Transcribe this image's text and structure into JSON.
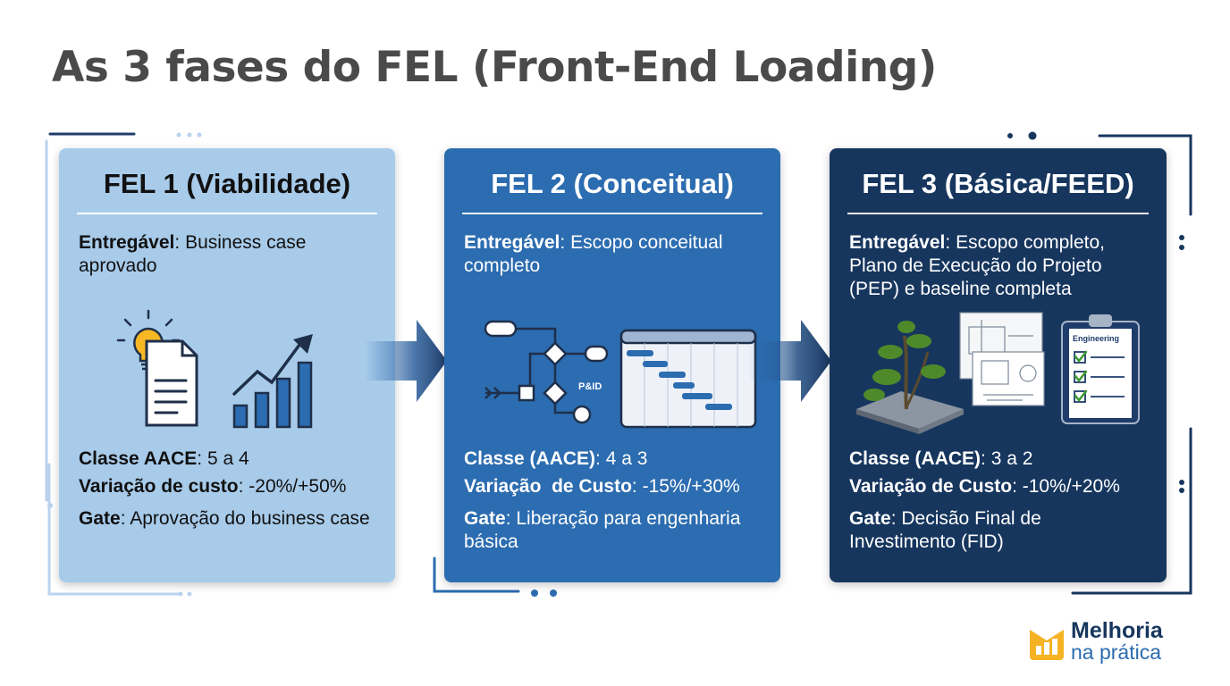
{
  "title": "As 3 fases do FEL (Front-End Loading)",
  "phases": [
    {
      "title": "FEL 1 (Viabilidade)",
      "deliverable_label": "Entregável",
      "deliverable": "Business case aprovado",
      "class_label": "Classe AACE",
      "class_value": "5 a 4",
      "variation_label": "Variação de custo",
      "variation_value": "-20%/+50%",
      "gate_label": "Gate",
      "gate_value": "Aprovação do business case"
    },
    {
      "title": "FEL 2 (Conceitual)",
      "deliverable_label": "Entregável",
      "deliverable": "Escopo conceitual completo",
      "class_label": "Classe (AACE)",
      "class_value": "4 a 3",
      "variation_label": "Variação  de Custo",
      "variation_value": "-15%/+30%",
      "gate_label": "Gate",
      "gate_value": "Liberação para engenharia básica",
      "diagram_label": "P&ID"
    },
    {
      "title": "FEL 3 (Básica/FEED)",
      "deliverable_label": "Entregável",
      "deliverable": "Escopo completo, Plano de Execução do Projeto (PEP) e baseline completa",
      "class_label": "Classe (AACE)",
      "class_value": "3 a 2",
      "variation_label": "Variação de Custo",
      "variation_value": "-10%/+20%",
      "gate_label": "Gate",
      "gate_value": "Decisão Final de Investimento (FID)",
      "clipboard_label": "Engineering"
    }
  ],
  "brand": {
    "line1": "Melhoria",
    "line2": "na prática"
  },
  "colors": {
    "fel1": "#a8cbea",
    "fel2": "#2c6cb0",
    "fel3": "#17365e",
    "title": "#4a4a4a",
    "logo_accent": "#f5b323"
  },
  "icons": [
    "lightbulb-icon",
    "document-icon",
    "growth-chart-icon",
    "flowchart-icon",
    "gantt-chart-icon",
    "plant-model-icon",
    "blueprint-icon",
    "checklist-clipboard-icon",
    "bar-chart-logo-icon"
  ]
}
